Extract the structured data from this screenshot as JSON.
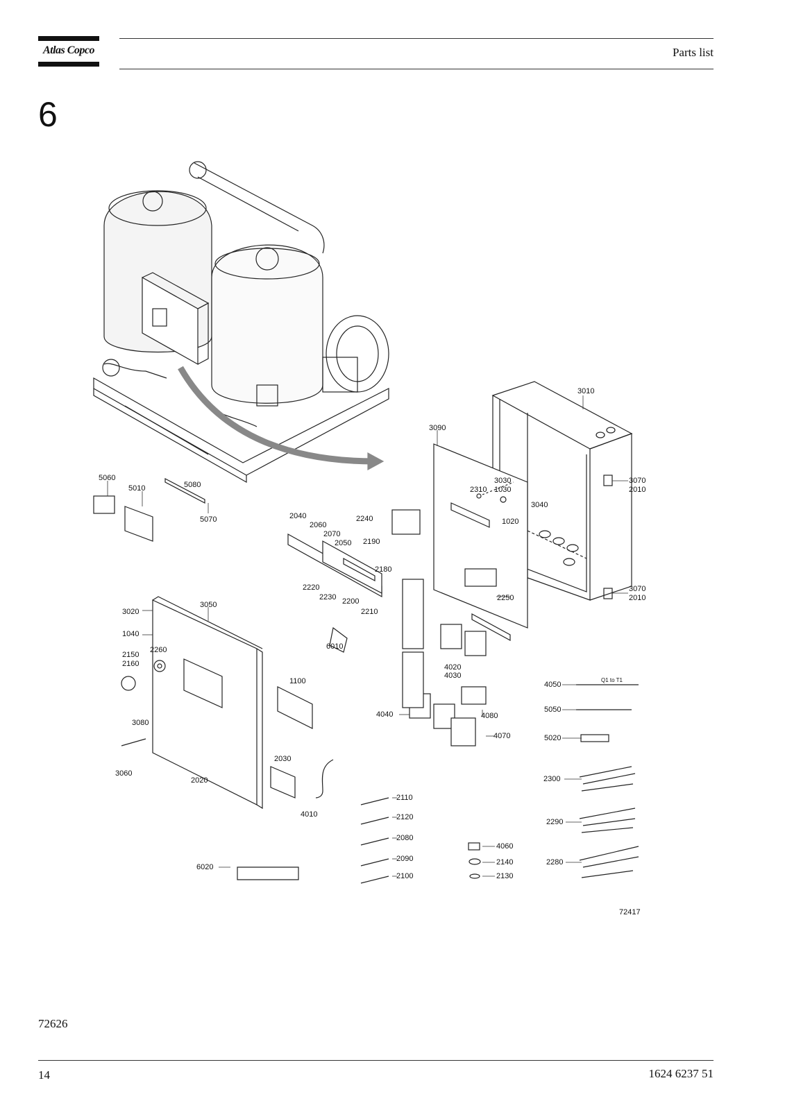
{
  "header": {
    "logo_text": "Atlas Copco",
    "title": "Parts list"
  },
  "section": {
    "number": "6"
  },
  "figure": {
    "callouts": [
      "1020",
      "1030",
      "1040",
      "1100",
      "2010",
      "2020",
      "2030",
      "2040",
      "2050",
      "2060",
      "2070",
      "2080",
      "2090",
      "2100",
      "2110",
      "2120",
      "2130",
      "2140",
      "2150",
      "2160",
      "2180",
      "2190",
      "2200",
      "2210",
      "2220",
      "2230",
      "2240",
      "2250",
      "2260",
      "2280",
      "2290",
      "2300",
      "2310",
      "3010",
      "3020",
      "3030",
      "3040",
      "3050",
      "3060",
      "3070",
      "3080",
      "3090",
      "4010",
      "4020",
      "4030",
      "4040",
      "4050",
      "4060",
      "4070",
      "4080",
      "5010",
      "5020",
      "5050",
      "5060",
      "5070",
      "5080",
      "6010",
      "6020"
    ],
    "cable_label": "Q1 to T1",
    "drawing_number": "72417"
  },
  "footer": {
    "figure_reference": "72626",
    "page_number": "14",
    "document_number": "1624 6237 51"
  }
}
